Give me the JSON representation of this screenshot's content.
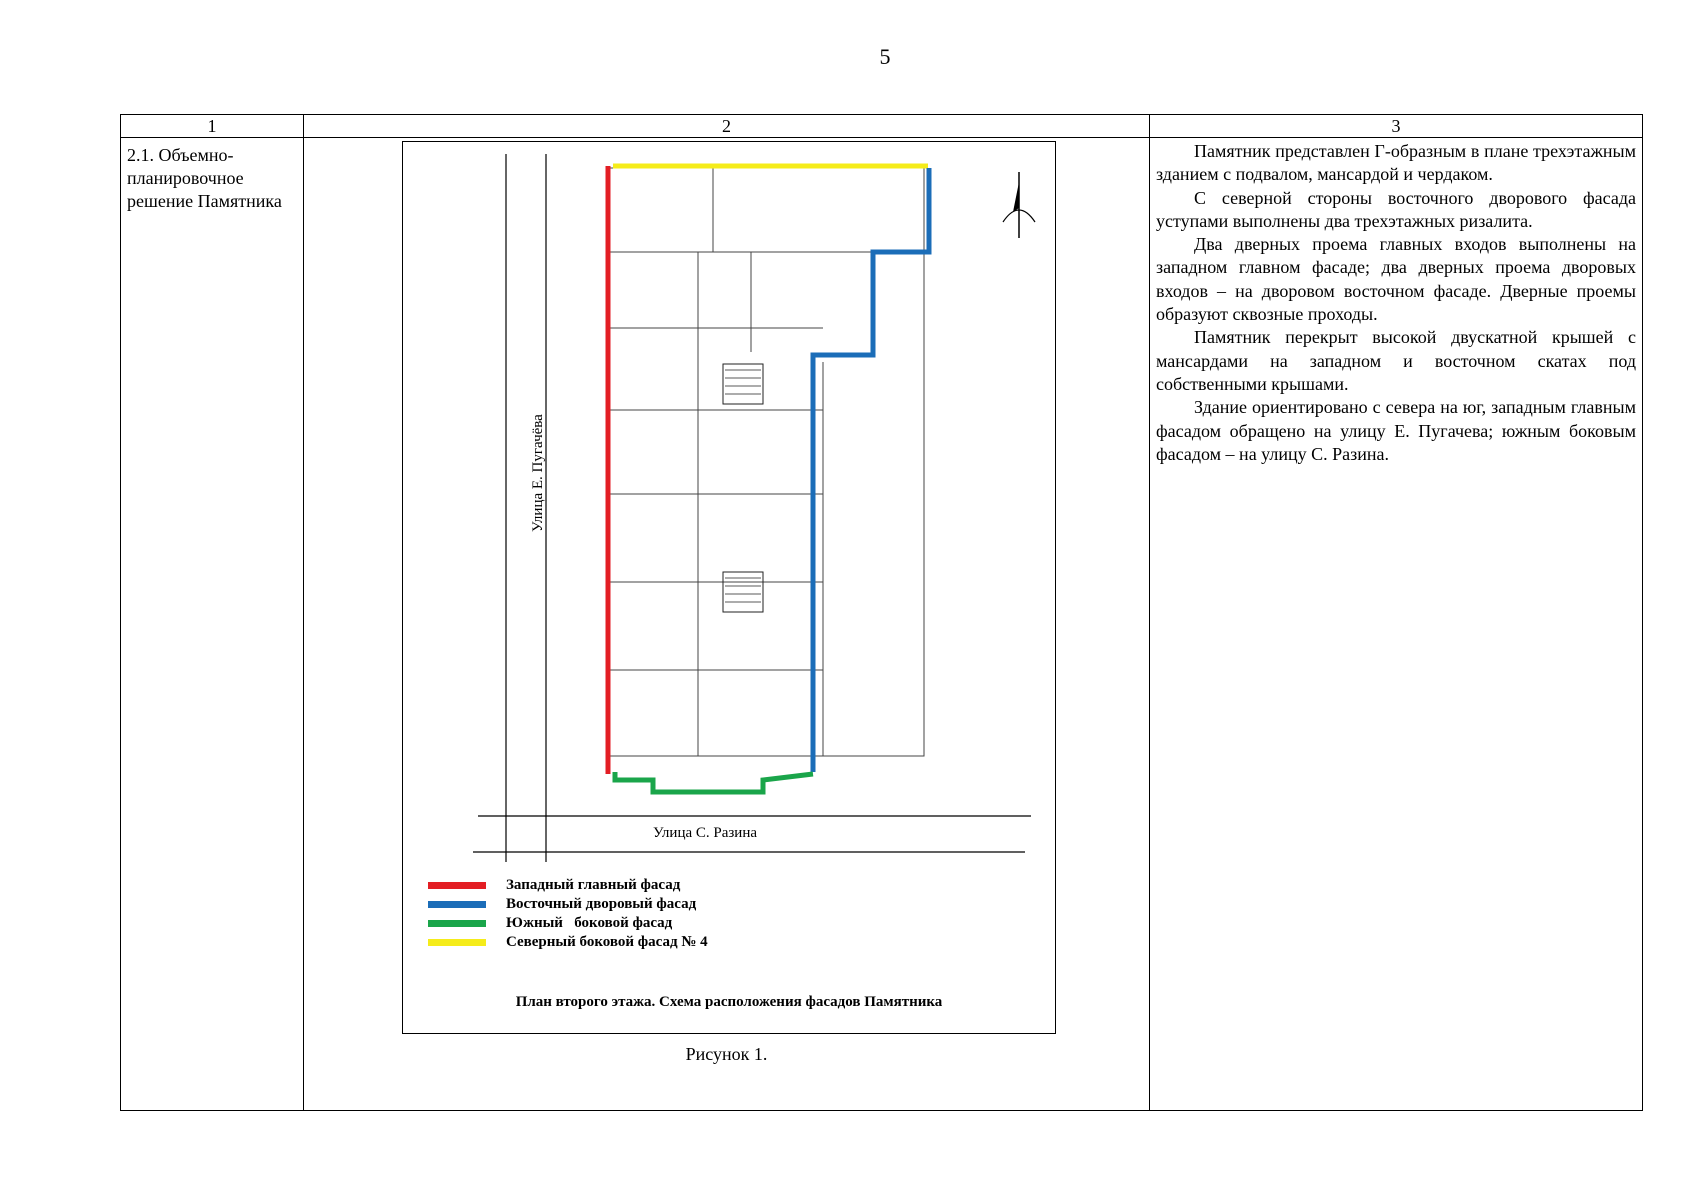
{
  "page_number": "5",
  "table": {
    "headers": [
      "1",
      "2",
      "3"
    ],
    "col1": "2.1. Объемно-планировочное решение Памятника",
    "col3_paragraphs": [
      "Памятник представлен Г-образным в плане трехэтажным зданием с подвалом, мансардой и чердаком.",
      "С северной стороны восточного дворового фасада уступами выполнены два трехэтажных ризалита.",
      "Два дверных проема главных входов выполнены на западном главном фасаде; два дверных проема дворовых входов – на дворовом восточном фасаде. Дверные проемы образуют сквозные проходы.",
      "Памятник перекрыт высокой двускатной крышей с мансардами на западном и восточном скатах под собственными крышами.",
      "Здание ориентировано с севера на юг, западным главным фасадом обращено на улицу Е. Пугачева; южным боковым фасадом – на улицу С. Разина."
    ]
  },
  "figure": {
    "street_west": "Улица Е. Пугачёва",
    "street_south": "Улица С. Разина",
    "legend": [
      {
        "label": "Западный главный фасад",
        "color": "#e31e24"
      },
      {
        "label": "Восточный дворовый фасад",
        "color": "#1b6db8"
      },
      {
        "label": "Южный   боковой фасад",
        "color": "#1aa54a"
      },
      {
        "label": "Северный боковой фасад № 4",
        "color": "#f5ec1a"
      }
    ],
    "plan_title": "План второго этажа. Схема расположения фасадов Памятника",
    "caption": "Рисунок 1."
  }
}
